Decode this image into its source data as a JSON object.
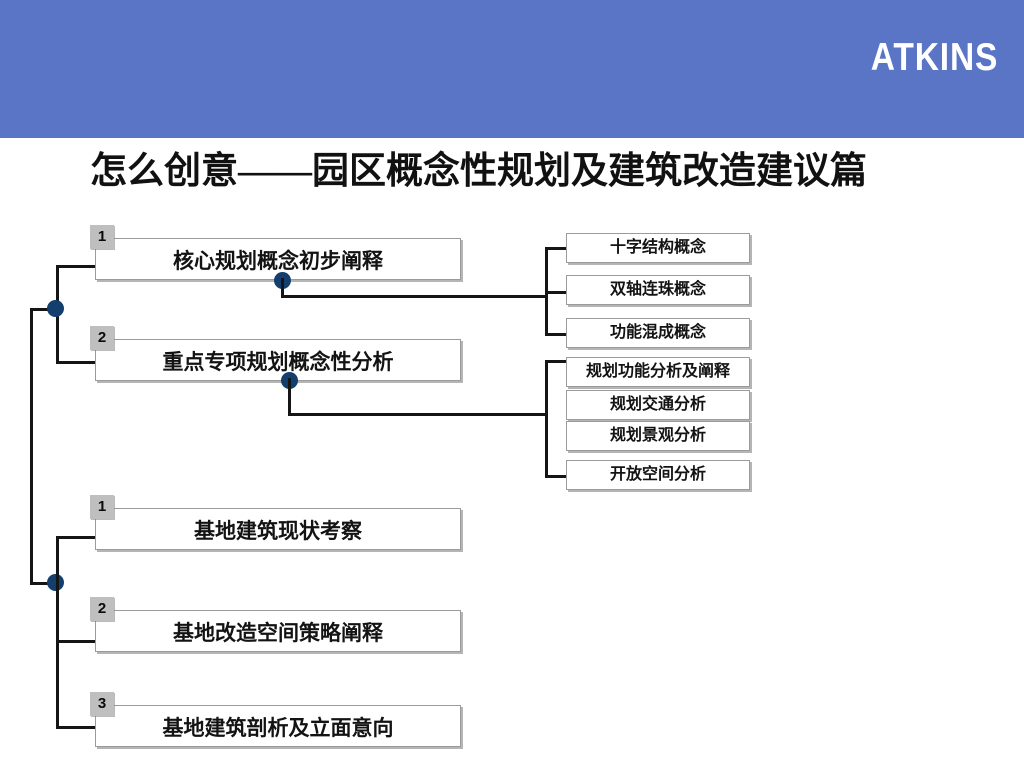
{
  "header": {
    "brand": "ATKINS",
    "band_color": "#5a74c6"
  },
  "title": "怎么创意——园区概念性规划及建筑改造建议篇",
  "diagram": {
    "accent_dot_color": "#123f6d",
    "badge_color": "#bfbfbf",
    "groups": [
      {
        "name": "planning-group",
        "primary": [
          {
            "badge": "1",
            "label": "核心规划概念初步阐释"
          },
          {
            "badge": "2",
            "label": "重点专项规划概念性分析"
          }
        ],
        "sub_from_1": [
          "十字结构概念",
          "双轴连珠概念",
          "功能混成概念"
        ],
        "sub_from_2": [
          "规划功能分析及阐释",
          "规划交通分析",
          "规划景观分析",
          "开放空间分析"
        ]
      },
      {
        "name": "architecture-group",
        "primary": [
          {
            "badge": "1",
            "label": "基地建筑现状考察"
          },
          {
            "badge": "2",
            "label": "基地改造空间策略阐释"
          },
          {
            "badge": "3",
            "label": "基地建筑剖析及立面意向"
          }
        ]
      }
    ]
  }
}
